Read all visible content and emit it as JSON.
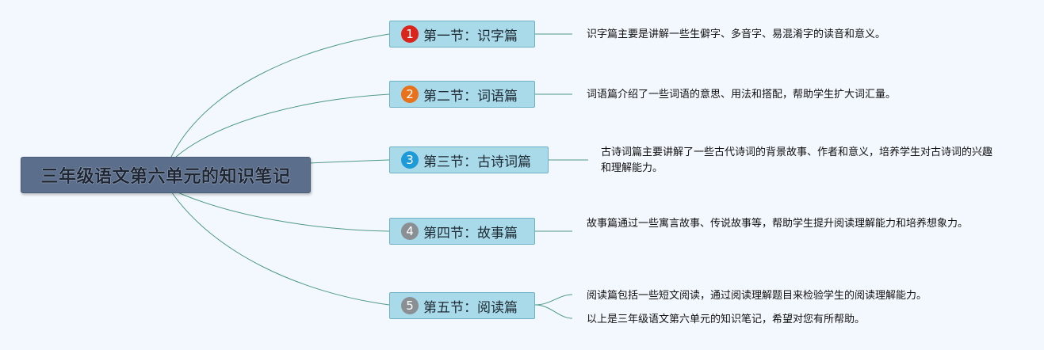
{
  "root": {
    "title": "三年级语文第六单元的知识笔记"
  },
  "sections": [
    {
      "number": "1",
      "label": "第一节：识字篇",
      "badge_color": "#d9261c",
      "notes": [
        "识字篇主要是讲解一些生僻字、多音字、易混淆字的读音和意义。"
      ]
    },
    {
      "number": "2",
      "label": "第二节：词语篇",
      "badge_color": "#e8711c",
      "notes": [
        "词语篇介绍了一些词语的意思、用法和搭配，帮助学生扩大词汇量。"
      ]
    },
    {
      "number": "3",
      "label": "第三节：古诗词篇",
      "badge_color": "#1e9ad6",
      "notes": [
        "古诗词篇主要讲解了一些古代诗词的背景故事、作者和意义，培养学生对古诗词的兴趣和理解能力。"
      ]
    },
    {
      "number": "4",
      "label": "第四节：故事篇",
      "badge_color": "#8a8f93",
      "notes": [
        "故事篇通过一些寓言故事、传说故事等，帮助学生提升阅读理解能力和培养想象力。"
      ]
    },
    {
      "number": "5",
      "label": "第五节：阅读篇",
      "badge_color": "#8a8f93",
      "notes": [
        "阅读篇包括一些短文阅读，通过阅读理解题目来检验学生的阅读理解能力。",
        "以上是三年级语文第六单元的知识笔记，希望对您有所帮助。"
      ]
    }
  ],
  "colors": {
    "connector": "#4f9a86",
    "node_fill": "#a9daea",
    "root_fill": "#5b6f8d"
  }
}
